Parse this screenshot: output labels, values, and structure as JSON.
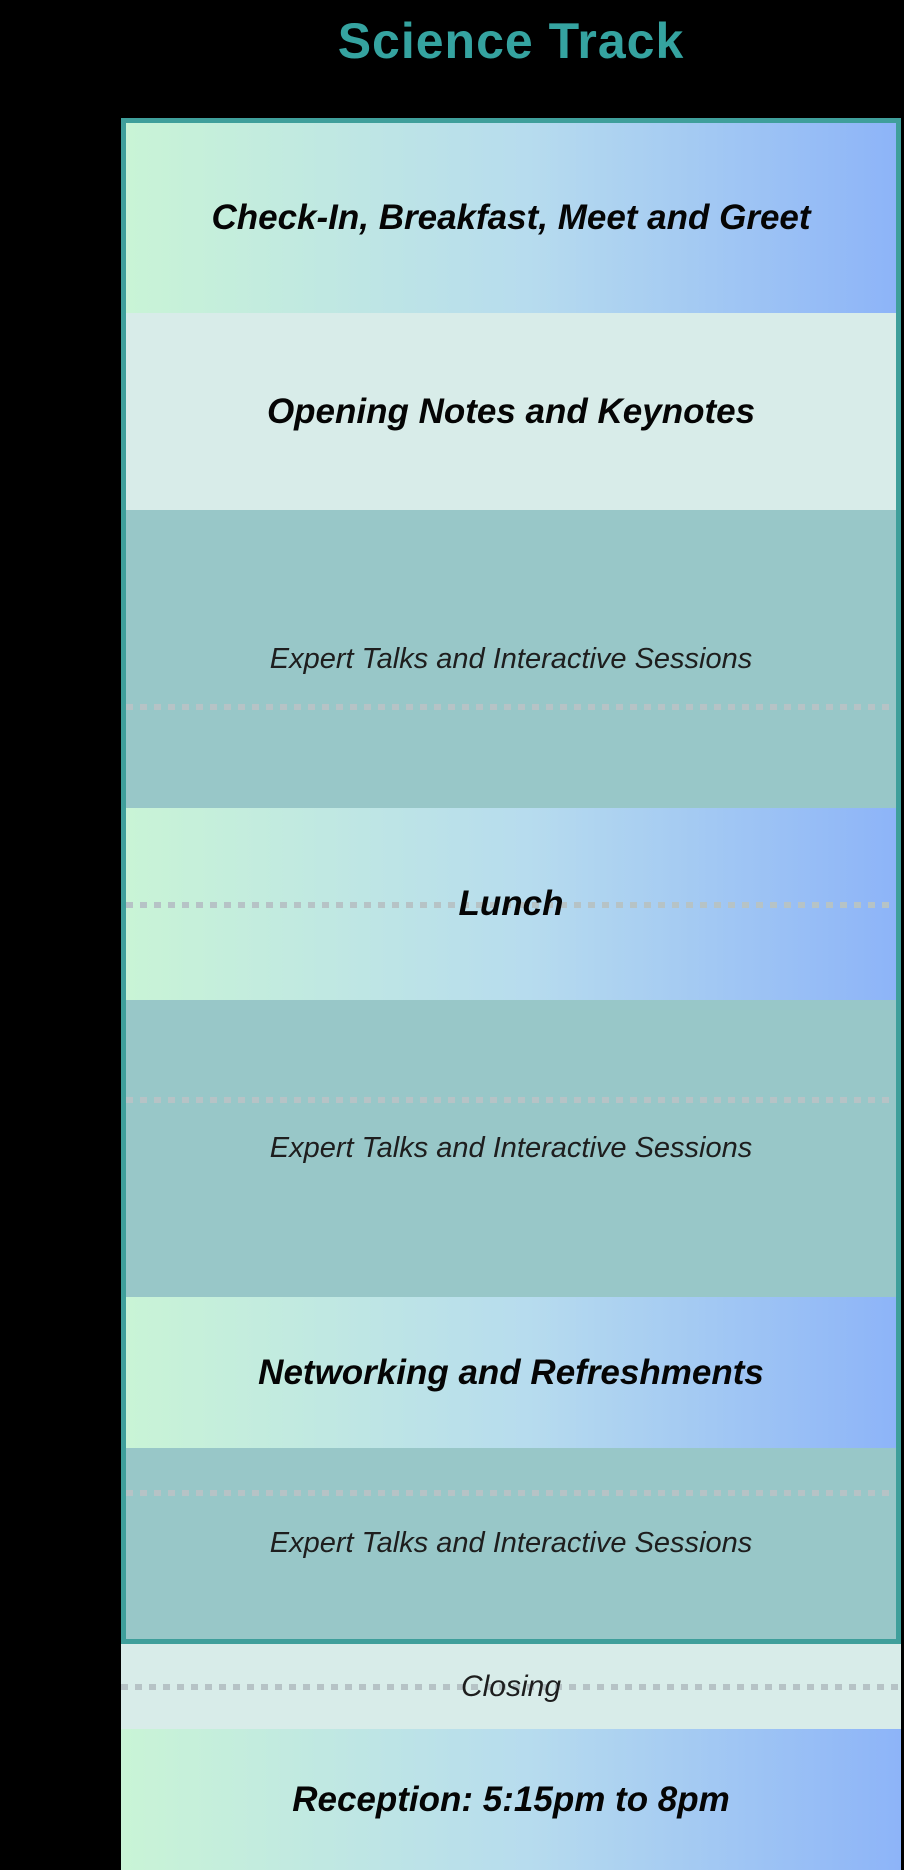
{
  "page_title": "Science Track",
  "colors": {
    "background": "#000000",
    "title_accent": "#35a3a0",
    "table_border": "#3f9f9b",
    "row_teal": "#98c7c8",
    "row_light": "#d8ece9",
    "gradient_left": "#c9f4d6",
    "gradient_right": "#8db4f8",
    "dotted_divider": "#b6c3c6",
    "text": "#050505"
  },
  "rows": [
    {
      "label": "Check-In, Breakfast, Meet and Greet",
      "style": "gradient",
      "emphasis": "bold"
    },
    {
      "label": "Opening Notes and Keynotes",
      "style": "light",
      "emphasis": "bold"
    },
    {
      "label": "Expert Talks and Interactive Sessions",
      "style": "teal",
      "emphasis": "regular"
    },
    {
      "label": "Lunch",
      "style": "gradient",
      "emphasis": "bold"
    },
    {
      "label": "Expert Talks and Interactive Sessions",
      "style": "teal",
      "emphasis": "regular"
    },
    {
      "label": "Networking and Refreshments",
      "style": "gradient",
      "emphasis": "bold"
    },
    {
      "label": "Expert Talks and Interactive Sessions",
      "style": "teal",
      "emphasis": "regular"
    },
    {
      "label": "Closing",
      "style": "light",
      "emphasis": "regular"
    },
    {
      "label": "Reception: 5:15pm to 8pm",
      "style": "gradient",
      "emphasis": "bold"
    }
  ]
}
